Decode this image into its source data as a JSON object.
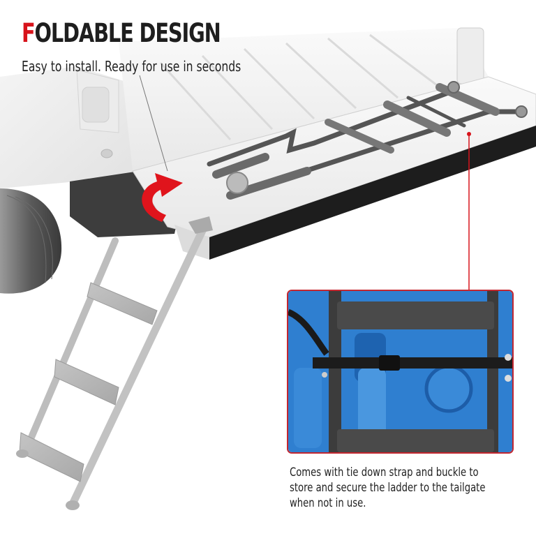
{
  "headline": {
    "first_letter": "F",
    "rest": "OLDABLE DESIGN",
    "accent_color": "#d7131b"
  },
  "subtitle": "Easy to install. Ready for use in seconds",
  "inset": {
    "border_color": "#c3262f",
    "depicts": "ladder strapped to blue truck bed liner with tie down strap and buckle"
  },
  "caption": {
    "lines": [
      "Comes with tie down strap and buckle to",
      "store and secure the ladder to the tailgate",
      "when not in use."
    ]
  },
  "illustration": {
    "depicts": "white pickup truck tailgate with folded ladder stored on it and extended ladder hanging down",
    "rotation_arrow_color": "#e0141c",
    "callout_line_color": "#d7131b"
  }
}
